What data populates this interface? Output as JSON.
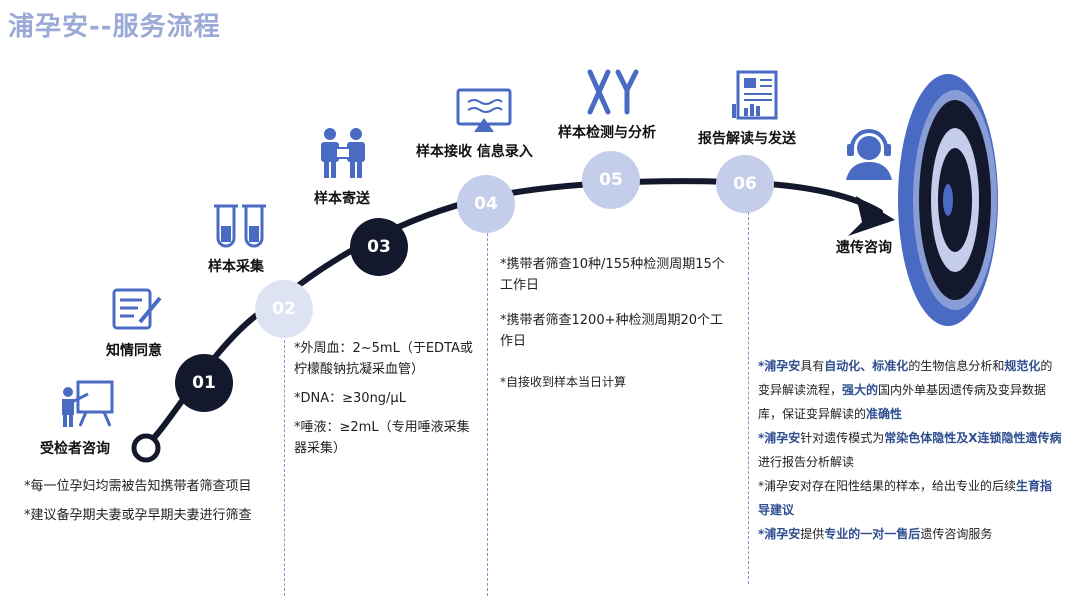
{
  "title": "浦孕安--服务流程",
  "steps": [
    {
      "label": "受检者咨询"
    },
    {
      "label": "知情同意"
    },
    {
      "label": "样本采集"
    },
    {
      "label": "样本寄送"
    },
    {
      "label": "样本接收 信息录入"
    },
    {
      "label": "样本检测与分析"
    },
    {
      "label": "报告解读与发送"
    },
    {
      "label": "遗传咨询"
    }
  ],
  "nodes": [
    "01",
    "02",
    "03",
    "04",
    "05",
    "06"
  ],
  "notes": {
    "col1": [
      "*每一位孕妇均需被告知携带者筛查项目",
      "*建议备孕期夫妻或孕早期夫妻进行筛查"
    ],
    "col2": [
      "*外周血：2~5mL（于EDTA或柠檬酸钠抗凝采血管）",
      "*DNA：≥30ng/μL",
      "*唾液：≥2mL（专用唾液采集器采集）"
    ],
    "col3": [
      "*携带者筛查10种/155种检测周期15个工作日",
      "*携带者筛查1200+种检测周期20个工作日",
      "*自接收到样本当日计算"
    ],
    "col4": {
      "p1": [
        "*浦孕安",
        "具有",
        "自动化、标准化",
        "的生物信息分析和",
        "规范化",
        "的变异解读流程，",
        "强大的",
        "国内外单基因遗传病及变异数据库，保证变异解读的",
        "准确性"
      ],
      "p2": [
        "*浦孕安",
        "针对遗传模式为",
        "常染色体隐性及X连锁隐性遗传病",
        "进行报告分析解读"
      ],
      "p3": [
        "*浦孕安对存在阳性结果的样本，给出专业的后续",
        "生育指导建议"
      ],
      "p4": [
        "*浦孕安",
        "提供",
        "专业的一对一售后",
        "遗传咨询服务"
      ]
    }
  }
}
